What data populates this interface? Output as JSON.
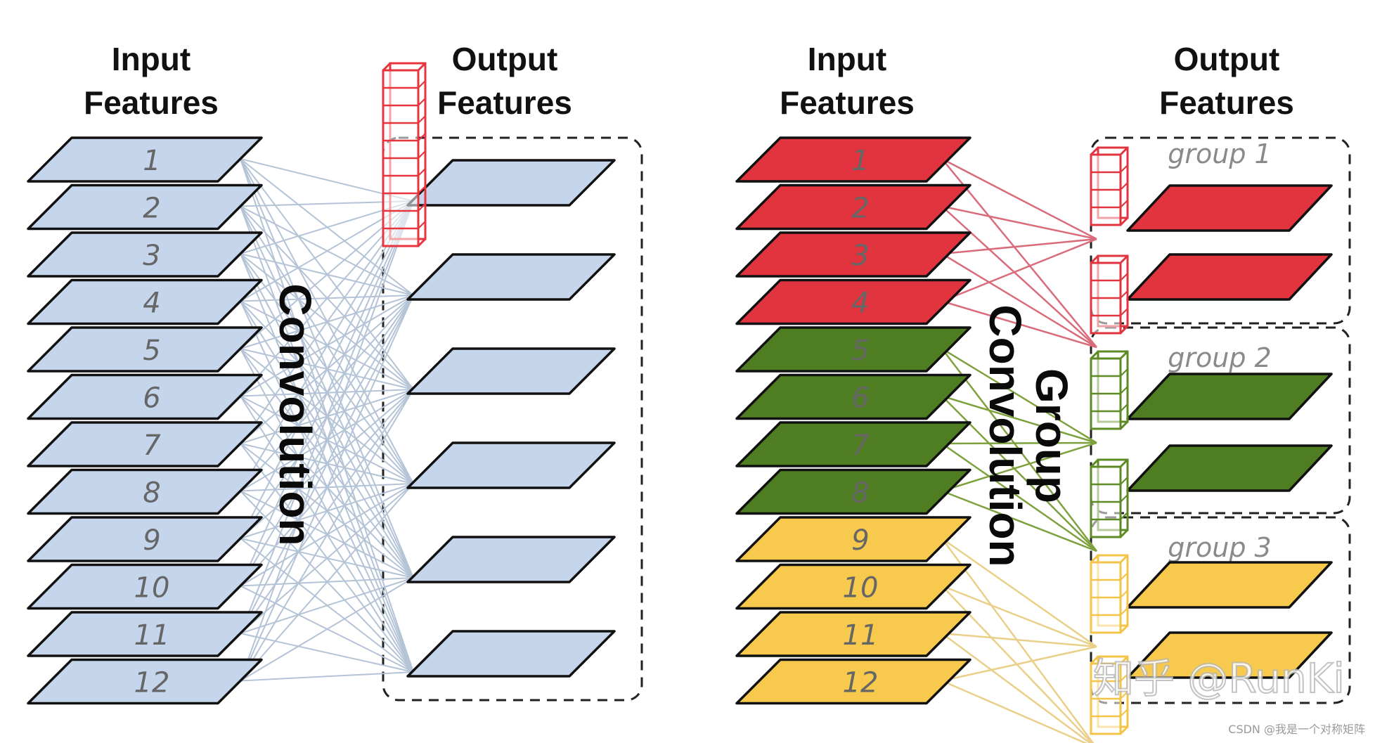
{
  "left_panel": {
    "input_header": [
      "Input",
      "Features"
    ],
    "output_header": [
      "Output",
      "Features"
    ],
    "input_labels": [
      "1",
      "2",
      "3",
      "4",
      "5",
      "6",
      "7",
      "8",
      "9",
      "10",
      "11",
      "12"
    ],
    "output_count": 6,
    "operation_label": "Convolution"
  },
  "right_panel": {
    "input_header": [
      "Input",
      "Features"
    ],
    "output_header": [
      "Output",
      "Features"
    ],
    "input_labels": [
      "1",
      "2",
      "3",
      "4",
      "5",
      "6",
      "7",
      "8",
      "9",
      "10",
      "11",
      "12"
    ],
    "operation_label_1": "Group",
    "operation_label_2": "Convolution",
    "groups": [
      {
        "label": "group 1",
        "color": "#e2343f",
        "stroke": "#e2343f",
        "line": "#d96b7b"
      },
      {
        "label": "group 2",
        "color": "#4f7d22",
        "stroke": "#5e8a25",
        "line": "#7ea13e"
      },
      {
        "label": "group 3",
        "color": "#f7c94c",
        "stroke": "#f3c449",
        "line": "#e9cf88"
      }
    ]
  },
  "colors": {
    "input_blue": "#c4d5ec",
    "connection_blue": "#b4c3d6",
    "kernel_red": "#e8343d"
  },
  "watermark": "知乎 @RunKi",
  "credit": "CSDN @我是一个对称矩阵"
}
